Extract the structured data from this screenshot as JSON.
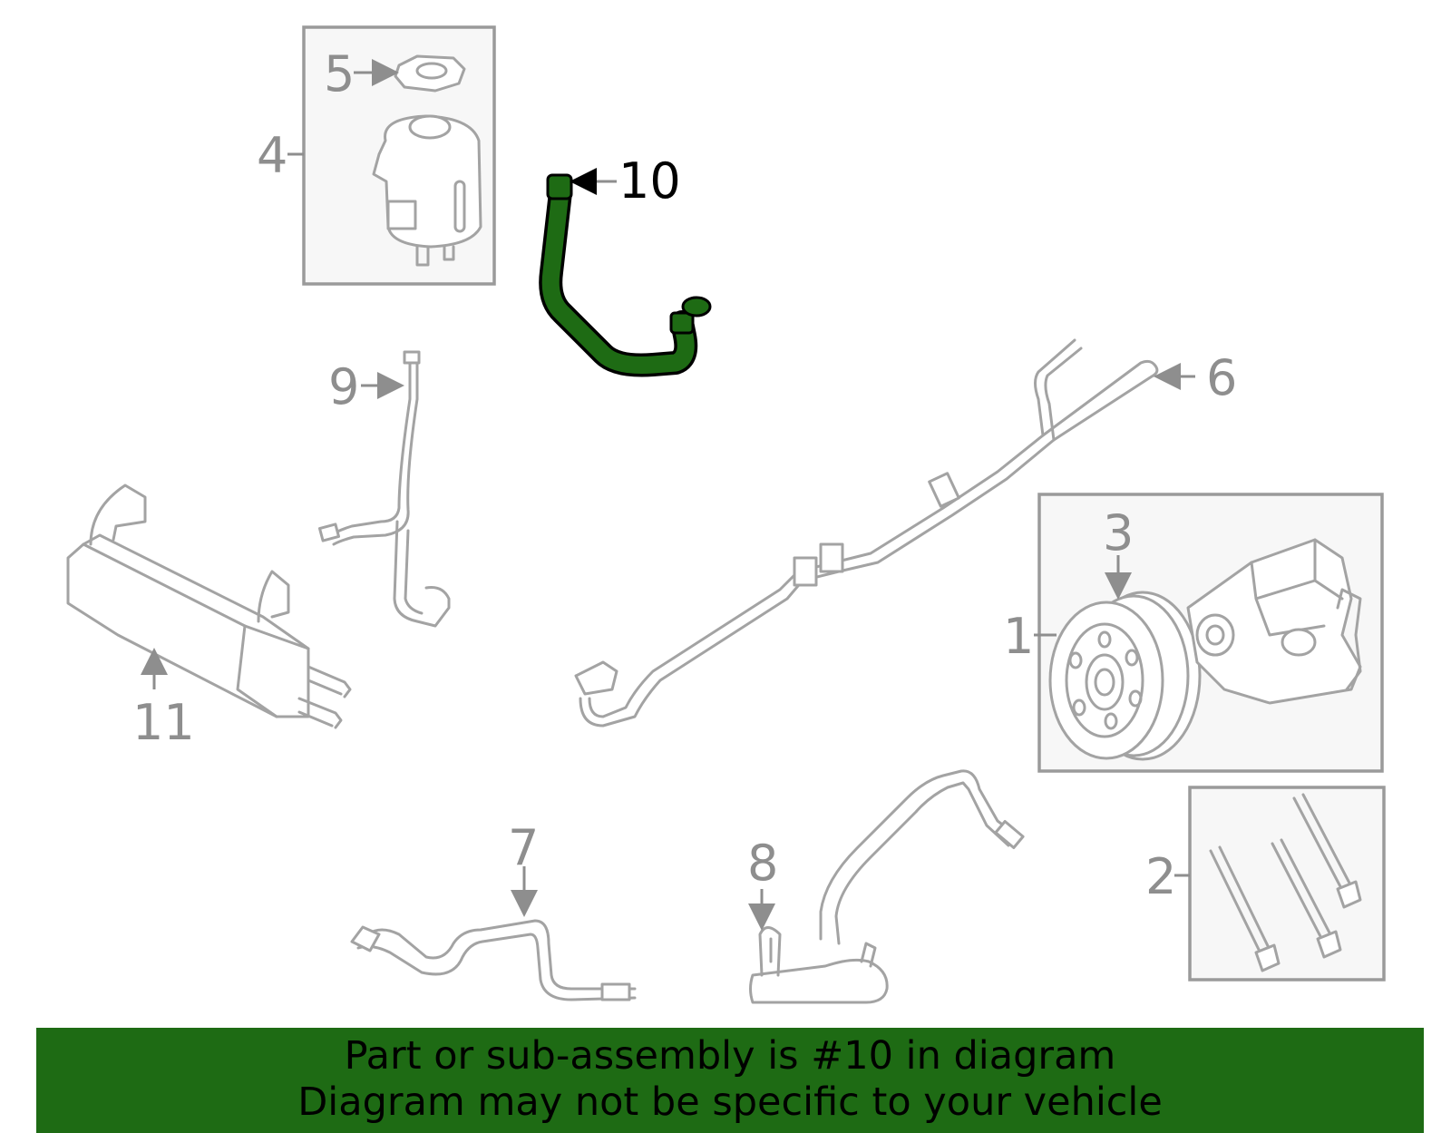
{
  "diagram": {
    "callouts": {
      "c1": "1",
      "c2": "2",
      "c3": "3",
      "c4": "4",
      "c5": "5",
      "c6": "6",
      "c7": "7",
      "c8": "8",
      "c9": "9",
      "c10": "10",
      "c11": "11"
    },
    "highlighted_part": "10",
    "highlight_color": "#1e6b14",
    "line_color": "#a3a3a3"
  },
  "banner": {
    "line1": "Part or sub-assembly is #10 in diagram",
    "line2": "Diagram may not be specific to your vehicle",
    "background": "#1e6b14"
  }
}
